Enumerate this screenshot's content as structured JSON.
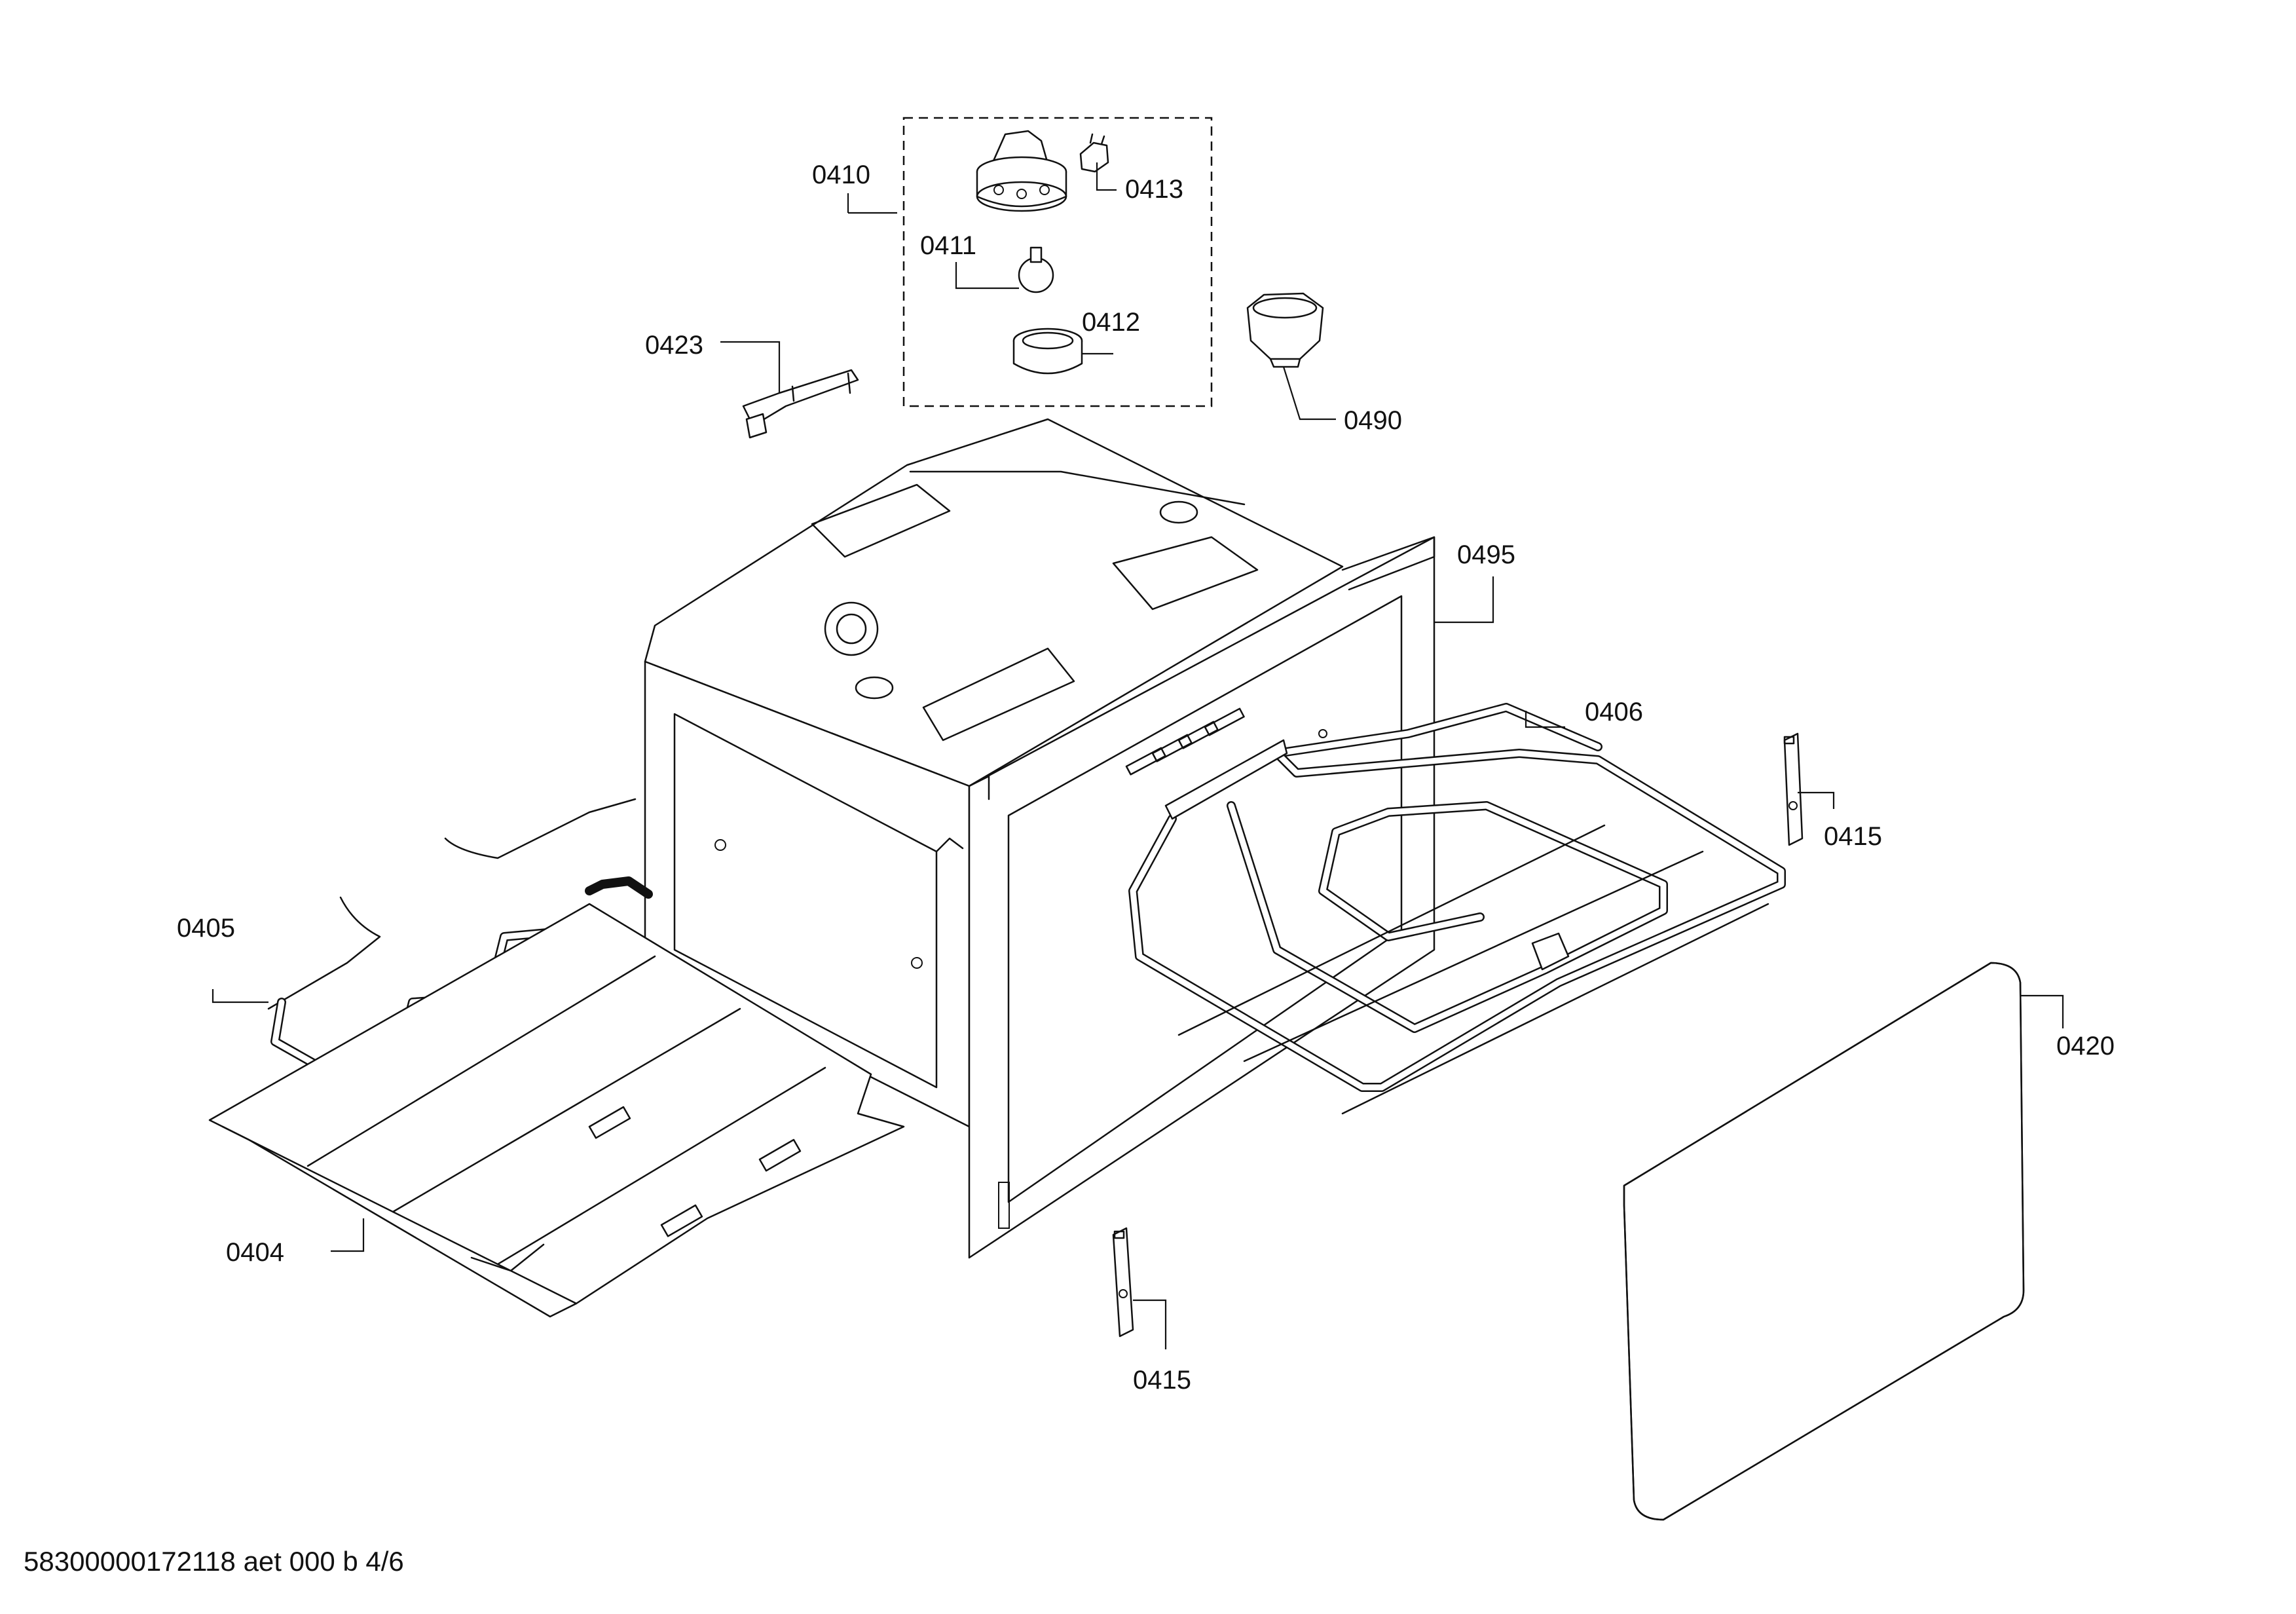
{
  "parts": [
    {
      "id": "0404",
      "label": "0404"
    },
    {
      "id": "0405",
      "label": "0405"
    },
    {
      "id": "0406",
      "label": "0406"
    },
    {
      "id": "0410",
      "label": "0410"
    },
    {
      "id": "0411",
      "label": "0411"
    },
    {
      "id": "0412",
      "label": "0412"
    },
    {
      "id": "0413",
      "label": "0413"
    },
    {
      "id": "0415a",
      "label": "0415"
    },
    {
      "id": "0415b",
      "label": "0415"
    },
    {
      "id": "0420",
      "label": "0420"
    },
    {
      "id": "0423",
      "label": "0423"
    },
    {
      "id": "0490",
      "label": "0490"
    },
    {
      "id": "0495",
      "label": "0495"
    }
  ],
  "footer": {
    "code": "58300000172118 aet 000 b 4/6"
  }
}
